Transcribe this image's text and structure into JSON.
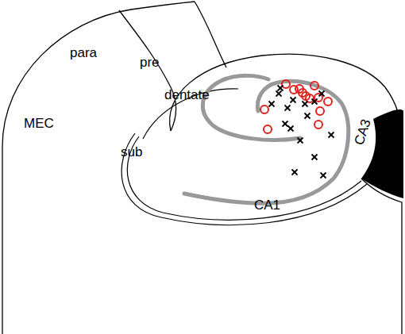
{
  "diagram": {
    "labels": [
      "para",
      "pre",
      "MEC",
      "dentate",
      "sub",
      "CA1",
      "CA3"
    ]
  }
}
